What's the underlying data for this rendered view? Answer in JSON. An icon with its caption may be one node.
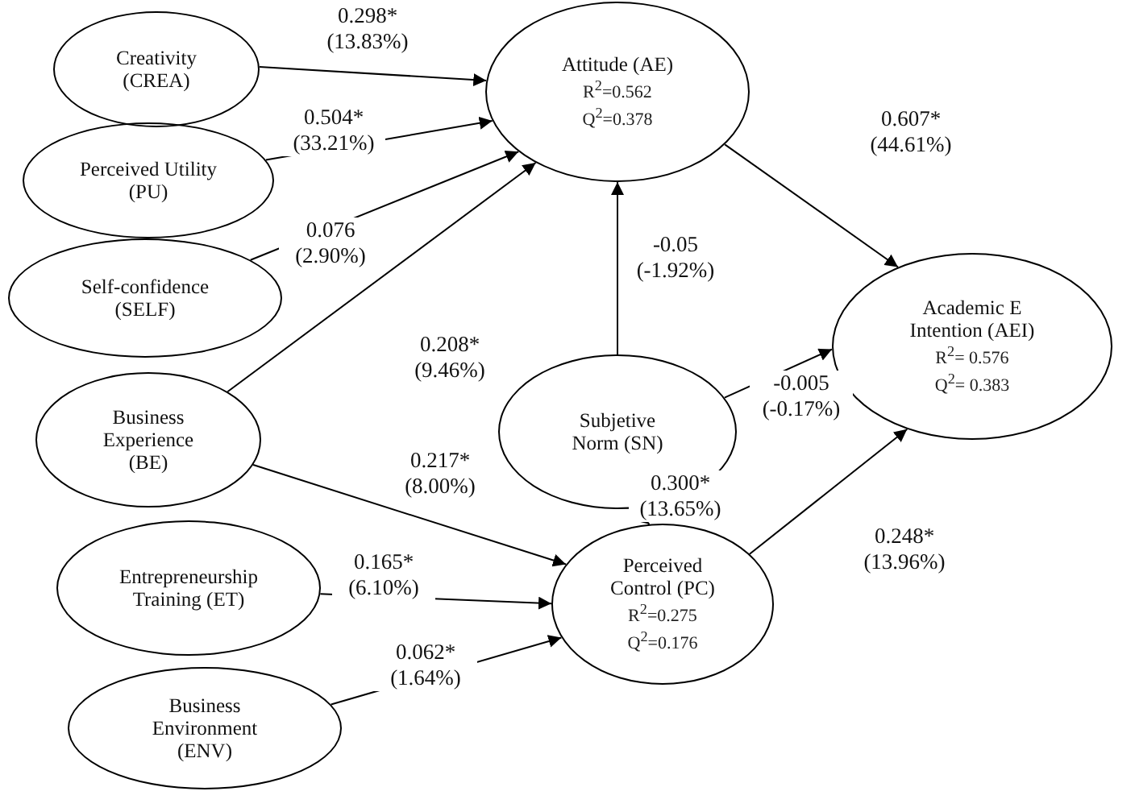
{
  "diagram": {
    "nodes": [
      {
        "text": [
          "Creativity (CREA)"
        ]
      },
      {
        "text": [
          "Perceived Utility (PU)"
        ]
      },
      {
        "text": [
          "Self-confidence (SELF)"
        ]
      },
      {
        "text": [
          "Business Experience (BE)"
        ]
      },
      {
        "text": [
          "Entrepreneurship Training (ET)"
        ]
      },
      {
        "text": [
          "Business Environment (ENV)"
        ]
      },
      {
        "text": [
          "Attitude (AE)",
          "R$^{2}$=0.562",
          "Q$^{2}$=0.378"
        ]
      },
      {
        "text": [
          "Subjetive Norm (SN)"
        ]
      },
      {
        "text": [
          "Perceived Control (PC)",
          "R$^{2}$=0.275",
          "Q$^{2}$=0.176"
        ]
      },
      {
        "text": [
          "Academic E Intention (AEI)",
          "R$^{2}$= 0.576",
          "Q$^{2}$= 0.383"
        ]
      }
    ],
    "edges": [
      {
        "from": 0,
        "to": 6,
        "arrow": "to",
        "label": "0.298* (13.83%)"
      },
      {
        "from": 1,
        "to": 6,
        "arrow": "to",
        "label": "0.504* (33.21%)"
      },
      {
        "from": 2,
        "to": 6,
        "arrow": "to",
        "label": "0.076 (2.90%)"
      },
      {
        "from": 3,
        "to": 6,
        "arrow": "to",
        "label": "0.208* (9.46%)"
      },
      {
        "from": 6,
        "to": 9,
        "arrow": "to",
        "label": "0.607* (44.61%)"
      },
      {
        "from": 7,
        "to": 6,
        "arrow": "to",
        "label": "-0.05 (-1.92%)"
      },
      {
        "from": 7,
        "to": 9,
        "arrow": "to",
        "label": "-0.005 (-0.17%)"
      },
      {
        "from": 3,
        "to": 8,
        "arrow": "to",
        "label": "0.217* (8.00%)"
      },
      {
        "from": 7,
        "to": 8,
        "arrow": "to",
        "label": "0.300* (13.65%)"
      },
      {
        "from": 4,
        "to": 8,
        "arrow": "to",
        "label": "0.165* (6.10%)"
      },
      {
        "from": 5,
        "to": 8,
        "arrow": "to",
        "label": "0.062* (1.64%)"
      },
      {
        "from": 8,
        "to": 9,
        "arrow": "to",
        "label": "0.248* (13.96%)"
      }
    ]
  }
}
